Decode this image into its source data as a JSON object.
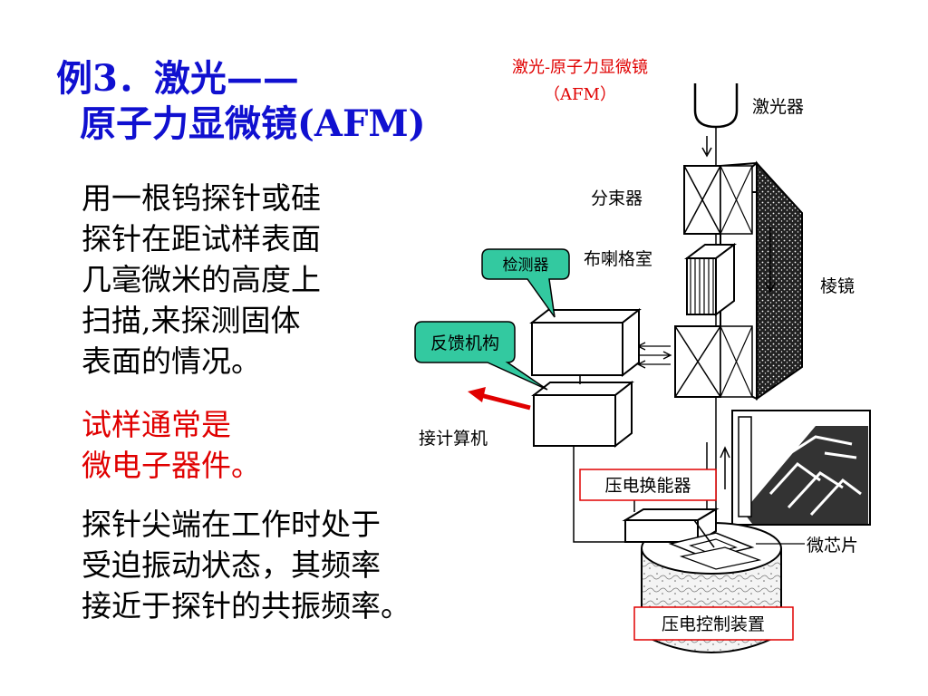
{
  "title": {
    "line1": "例3．激光——",
    "line2": "原子力显微镜(AFM)"
  },
  "paragraphs": {
    "p1": [
      "用一根钨探针或硅",
      "探针在距试样表面",
      "几毫微米的高度上",
      "扫描,来探测固体",
      "表面的情况。"
    ],
    "p2": [
      "试样通常是",
      "微电子器件。"
    ],
    "p3": [
      "探针尖端在工作时处于",
      "受迫振动状态，其频率",
      "接近于探针的共振频率。"
    ]
  },
  "diagram": {
    "heading1": "激光-原子力显微镜",
    "heading2": "（AFM）",
    "labels": {
      "laser": "激光器",
      "splitter": "分束器",
      "bragg": "布喇格室",
      "prism": "棱镜",
      "computer": "接计算机",
      "chip": "微芯片"
    },
    "callouts": {
      "detector": "检测器",
      "feedback": "反馈机构"
    },
    "boxed": {
      "transducer": "压电换能器",
      "control": "压电控制装置"
    }
  },
  "colors": {
    "title": "#1010d0",
    "emphasis": "#e00000",
    "callout_fill": "#33c9a0",
    "box_border": "#e00000"
  }
}
